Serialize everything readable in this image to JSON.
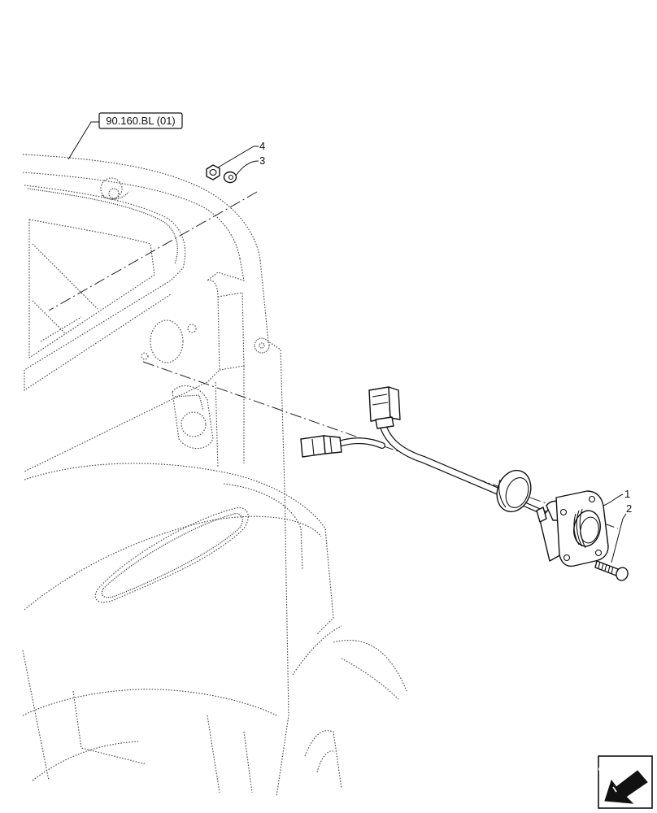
{
  "reference_label": "90.160.BL (01)",
  "callouts": {
    "item_1": "1",
    "item_2": "2",
    "item_3": "3",
    "item_4": "4"
  },
  "nav_icon": "arrow-icon"
}
